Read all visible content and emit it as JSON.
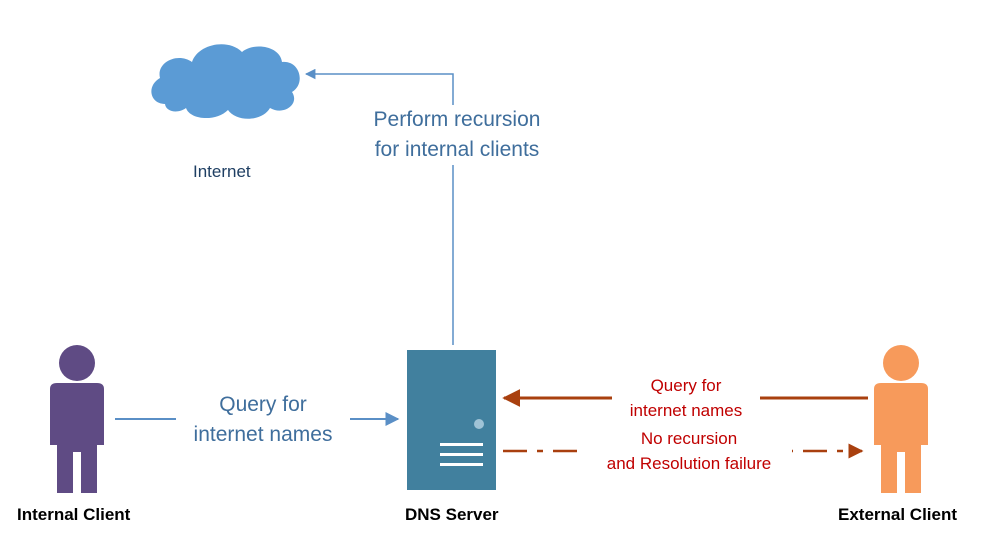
{
  "diagram": {
    "internet": {
      "label": "Internet"
    },
    "recursion_label": {
      "line1": "Perform recursion",
      "line2": "for internal clients"
    },
    "internal_client": {
      "label": "Internal Client"
    },
    "dns_server": {
      "label": "DNS Server"
    },
    "external_client": {
      "label": "External Client"
    },
    "internal_query": {
      "line1": "Query for",
      "line2": "internet names"
    },
    "external_query": {
      "line1": "Query for",
      "line2": "internet names"
    },
    "failure_response": {
      "line1": "No recursion",
      "line2": "and Resolution failure"
    }
  },
  "colors": {
    "cloud": "#5b9bd5",
    "server": "#41809e",
    "internal_person": "#5f4b84",
    "external_person": "#f79a5b",
    "blue_arrow": "#5a8fc6",
    "brown_arrow": "#a9400f",
    "red_text": "#c00000"
  }
}
